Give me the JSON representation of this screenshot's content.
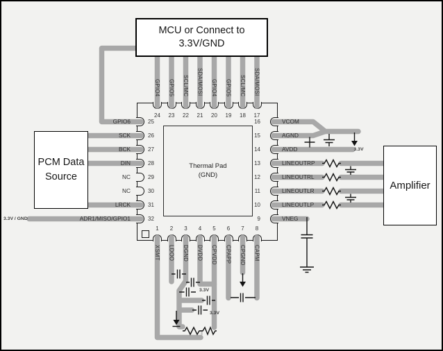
{
  "diagram": {
    "title_boxes": {
      "mcu": {
        "line1": "MCU or Connect to",
        "line2": "3.3V/GND"
      },
      "pcm": {
        "line1": "PCM Data",
        "line2": "Source"
      },
      "amplifier": {
        "label": "Amplifier"
      },
      "thermal_pad": {
        "line1": "Thermal Pad",
        "line2": "(GND)"
      }
    },
    "chip": {
      "top_pins": [
        {
          "number": "24",
          "label": "GPIO4"
        },
        {
          "number": "23",
          "label": "GPIO5"
        },
        {
          "number": "22",
          "label": "SCL/MC"
        },
        {
          "number": "21",
          "label": "SDA/MOSI"
        },
        {
          "number": "20",
          "label": "GPIO4"
        },
        {
          "number": "19",
          "label": "GPIO5"
        },
        {
          "number": "18",
          "label": "SCL/MC"
        },
        {
          "number": "17",
          "label": "SDA/MOSI"
        }
      ],
      "bottom_pins": [
        {
          "number": "1",
          "label": "XSMT"
        },
        {
          "number": "2",
          "label": "LDOO"
        },
        {
          "number": "3",
          "label": "DGND"
        },
        {
          "number": "4",
          "label": "DVDD"
        },
        {
          "number": "5",
          "label": "CPVDD"
        },
        {
          "number": "6",
          "label": "CPAPP"
        },
        {
          "number": "7",
          "label": "CPGND"
        },
        {
          "number": "8",
          "label": "CAPM"
        }
      ],
      "left_pins": [
        {
          "number": "25",
          "label": "GPIO6"
        },
        {
          "number": "26",
          "label": "SCK"
        },
        {
          "number": "27",
          "label": "BCK"
        },
        {
          "number": "28",
          "label": "DIN"
        },
        {
          "number": "29",
          "label": "NC"
        },
        {
          "number": "30",
          "label": "NC"
        },
        {
          "number": "31",
          "label": "LRCK"
        },
        {
          "number": "32",
          "label": "ADR1/MISO/GPIO1"
        }
      ],
      "right_pins": [
        {
          "number": "16",
          "label": "VCOM"
        },
        {
          "number": "15",
          "label": "AGND"
        },
        {
          "number": "14",
          "label": "AVDD"
        },
        {
          "number": "13",
          "label": "LINEOUTRP"
        },
        {
          "number": "12",
          "label": "LINEOUTRL"
        },
        {
          "number": "11",
          "label": "LINEOUTLR"
        },
        {
          "number": "10",
          "label": "LINEOUTLP"
        },
        {
          "number": "9",
          "label": "VNEG"
        }
      ]
    },
    "power_labels": {
      "adr1_source": "3.3V / GND",
      "avdd_rail": "3.3V",
      "ldo_rail_upper": "3.3V",
      "ldo_rail_lower": "3.3V"
    },
    "colors": {
      "background": "#f2f2f0",
      "trace": "#a8a8a8",
      "symbol": "#131313",
      "box_fill": "#ffffff"
    }
  }
}
